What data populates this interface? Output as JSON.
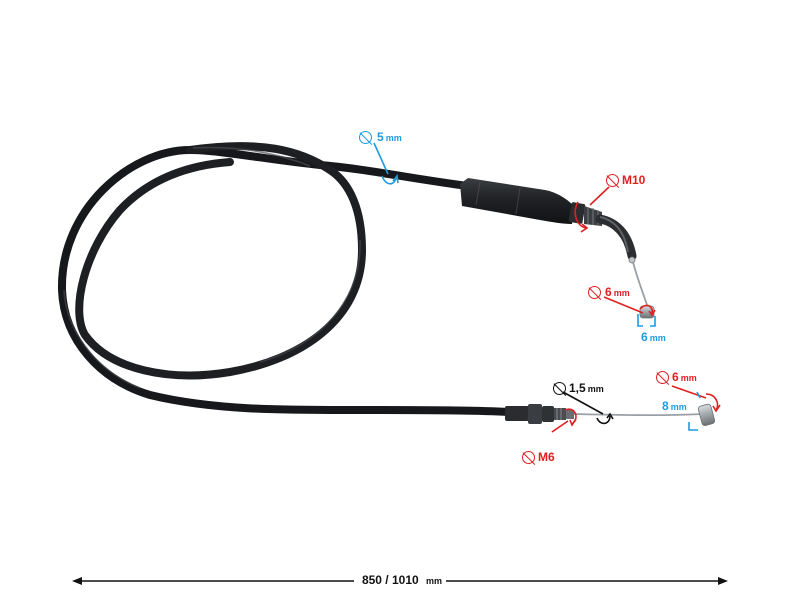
{
  "labels": {
    "cable_diameter": {
      "value": "5",
      "unit": "mm"
    },
    "top_thread": {
      "value": "M10"
    },
    "top_nipple_diameter": {
      "value": "6",
      "unit": "mm"
    },
    "top_nipple_length": {
      "value": "6",
      "unit": "mm"
    },
    "inner_wire_diameter": {
      "value": "1,5",
      "unit": "mm"
    },
    "bottom_nipple_diameter": {
      "value": "6",
      "unit": "mm"
    },
    "bottom_nipple_length": {
      "value": "8",
      "unit": "mm"
    },
    "bottom_thread": {
      "value": "M6"
    }
  },
  "dimension": {
    "value": "850 / 1010",
    "unit": "mm"
  },
  "colors": {
    "red": "#e02020",
    "blue": "#1e9be0",
    "cable": "#1b1d20",
    "wire": "#9aa0a6"
  }
}
